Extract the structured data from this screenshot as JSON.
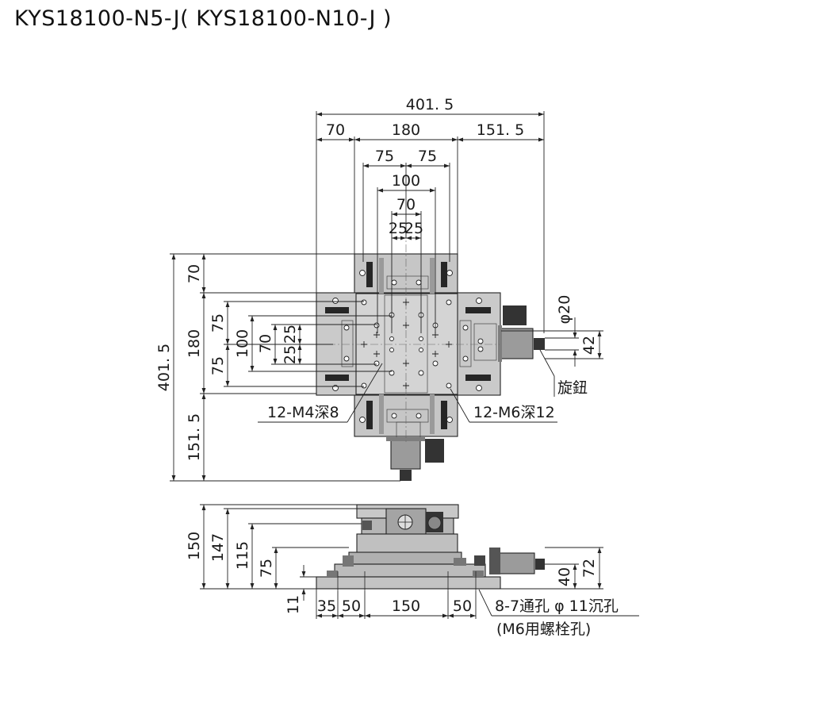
{
  "title": "KYS18100-N5-J( KYS18100-N10-J )",
  "top_view": {
    "dims_horizontal": {
      "overall": "401. 5",
      "left": "70",
      "middle": "180",
      "right": "151. 5",
      "a75_left": "75",
      "a75_right": "75",
      "c100": "100",
      "c70": "70",
      "c25_left": "25",
      "c25_right": "25"
    },
    "dims_vertical": {
      "overall": "401. 5",
      "top": "70",
      "middle": "180",
      "bottom": "151. 5",
      "a75_top": "75",
      "a75_bottom": "75",
      "c100": "100",
      "c70": "70",
      "c25_top": "25",
      "c25_bottom": "25",
      "knob_dia": "φ20",
      "knob_offset": "42"
    },
    "labels": {
      "knob": "旋鈕",
      "holes_m4": "12-M4深8",
      "holes_m6": "12-M6深12"
    }
  },
  "side_view": {
    "dims_vertical_left": {
      "h150": "150",
      "h147": "147",
      "h115": "115",
      "h75": "75",
      "h11": "11"
    },
    "dims_vertical_right": {
      "h40": "40",
      "h72": "72"
    },
    "dims_horizontal": {
      "d35": "35",
      "d50_left": "50",
      "d150": "150",
      "d50_right": "50"
    },
    "labels": {
      "mount_holes": "8-7通孔 φ 11沉孔",
      "mount_holes_sub": "(M6用螺栓孔)"
    }
  },
  "colors": {
    "stage_gray": "#c9c9c9",
    "stage_dark": "#8e8e8e",
    "rail_black": "#262626",
    "line": "#222222"
  }
}
